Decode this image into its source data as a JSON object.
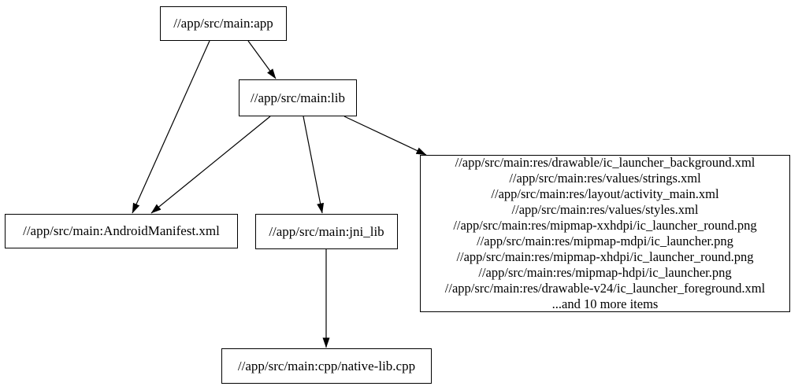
{
  "graph": {
    "nodes": {
      "app": {
        "label": "//app/src/main:app"
      },
      "lib": {
        "label": "//app/src/main:lib"
      },
      "android_manifest": {
        "label": "//app/src/main:AndroidManifest.xml"
      },
      "jni_lib": {
        "label": "//app/src/main:jni_lib"
      },
      "resources": {
        "lines": [
          "//app/src/main:res/drawable/ic_launcher_background.xml",
          "//app/src/main:res/values/strings.xml",
          "//app/src/main:res/layout/activity_main.xml",
          "//app/src/main:res/values/styles.xml",
          "//app/src/main:res/mipmap-xxhdpi/ic_launcher_round.png",
          "//app/src/main:res/mipmap-mdpi/ic_launcher.png",
          "//app/src/main:res/mipmap-xhdpi/ic_launcher_round.png",
          "//app/src/main:res/mipmap-hdpi/ic_launcher.png",
          "//app/src/main:res/drawable-v24/ic_launcher_foreground.xml",
          "...and 10 more items"
        ]
      },
      "native_lib": {
        "label": "//app/src/main:cpp/native-lib.cpp"
      }
    },
    "edges": [
      {
        "from": "app",
        "to": "lib"
      },
      {
        "from": "app",
        "to": "android_manifest"
      },
      {
        "from": "lib",
        "to": "android_manifest"
      },
      {
        "from": "lib",
        "to": "jni_lib"
      },
      {
        "from": "lib",
        "to": "resources"
      },
      {
        "from": "jni_lib",
        "to": "native_lib"
      }
    ],
    "colors": {
      "background": "#ffffff",
      "node_fill": "#ffffff",
      "node_border": "#000000",
      "edge": "#000000",
      "text": "#000000"
    }
  }
}
